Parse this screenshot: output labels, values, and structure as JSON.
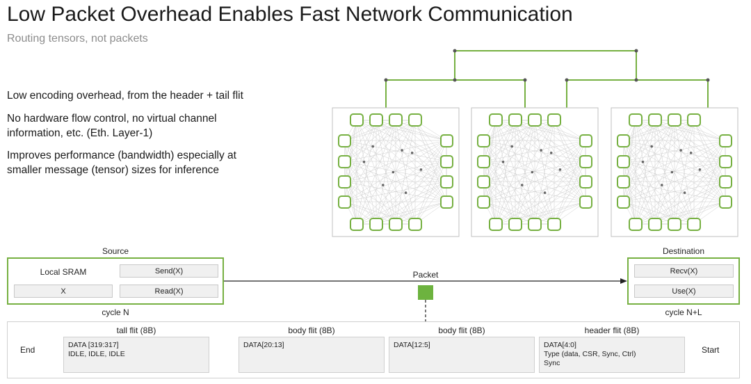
{
  "title": "Low Packet Overhead Enables Fast Network Communication",
  "subtitle": "Routing tensors, not packets",
  "bullets": [
    "Low encoding overhead, from the header + tail flit",
    "No hardware flow control, no virtual channel information, etc. (Eth. Layer-1)",
    "Improves performance (bandwidth) especially at smaller message (tensor) sizes for inference"
  ],
  "colors": {
    "accent": "#76b041",
    "packet": "#6db33f",
    "cell_fill": "#f0f0f0"
  },
  "flow": {
    "source_label": "Source",
    "source_cells": {
      "local_sram": "Local SRAM",
      "send": "Send(X)",
      "x": "X",
      "read": "Read(X)"
    },
    "source_cycle": "cycle N",
    "packet_label": "Packet",
    "destination_label": "Destination",
    "destination_cells": {
      "recv": "Recv(X)",
      "use": "Use(X)"
    },
    "destination_cycle": "cycle N+L"
  },
  "flits": {
    "end_label": "End",
    "start_label": "Start",
    "items": [
      {
        "title": "tall flit (8B)",
        "lines": [
          "DATA [319:317]",
          "IDLE, IDLE, IDLE"
        ]
      },
      {
        "title": "body flit (8B)",
        "lines": [
          "DATA[20:13]"
        ]
      },
      {
        "title": "body flit (8B)",
        "lines": [
          "DATA[12:5]"
        ]
      },
      {
        "title": "header flit (8B)",
        "lines": [
          "DATA[4:0]",
          "Type (data, CSR, Sync, Ctrl)",
          "Sync"
        ]
      }
    ]
  }
}
